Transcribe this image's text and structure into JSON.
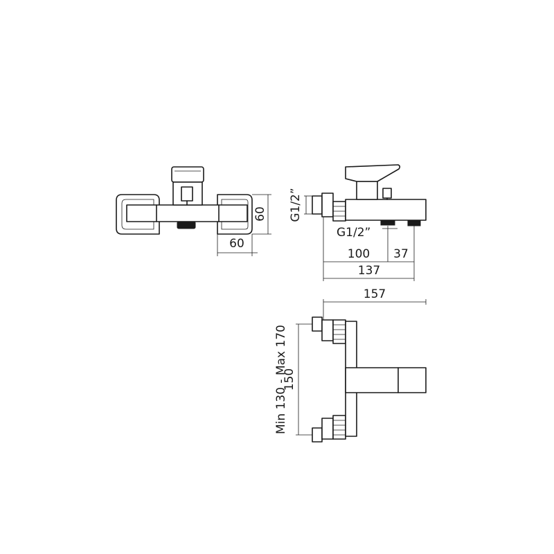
{
  "drawing": {
    "front_view": {
      "dim_height": "60",
      "dim_width": "60"
    },
    "side_view": {
      "dim_inlet_thread": "G1/2”",
      "dim_outlet_thread": "G1/2”",
      "dim_depth_body": "100",
      "dim_outlet_offset": "37",
      "dim_total_depth": "137"
    },
    "top_view": {
      "dim_total_length": "157",
      "dim_centers": "150",
      "dim_center_range": "Min 130 - Max 170"
    }
  }
}
